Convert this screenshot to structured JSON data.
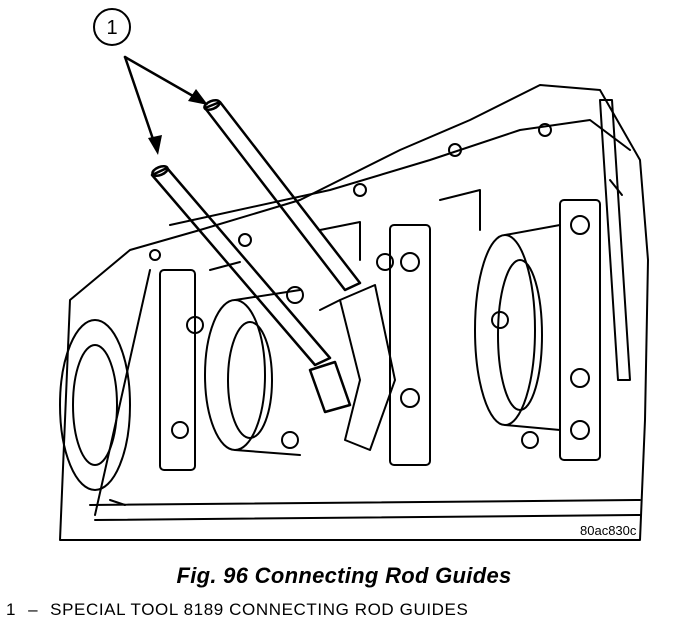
{
  "figure": {
    "callout_label": "1",
    "image_code": "80ac830c"
  },
  "caption": {
    "text": "Fig. 96 Connecting Rod Guides"
  },
  "legend": {
    "items": [
      {
        "number": "1",
        "dash": "–",
        "text": "SPECIAL TOOL 8189 CONNECTING ROD GUIDES"
      }
    ]
  }
}
